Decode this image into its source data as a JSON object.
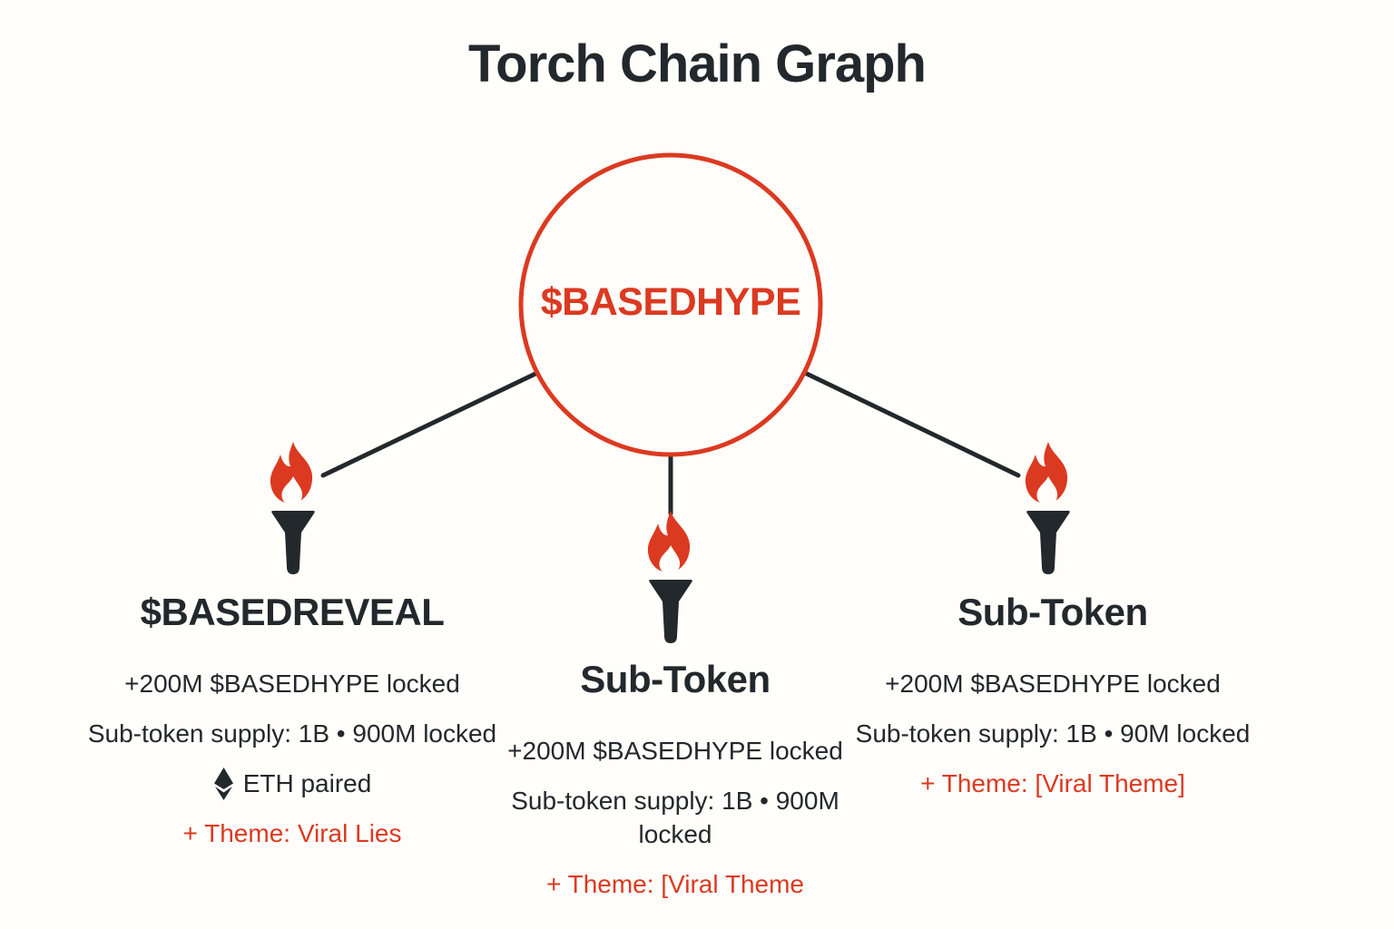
{
  "title": "Torch Chain Graph",
  "root": {
    "label": "$BASEDHYPE"
  },
  "nodes": [
    {
      "title": "$BASEDREVEAL",
      "locked_line": "+200M $BASEDHYPE locked",
      "supply_line": "Sub-token supply: 1B • 900M locked",
      "eth_line": "ETH paired",
      "theme_line": "+ Theme: Viral Lies"
    },
    {
      "title": "Sub-Token",
      "locked_line": "+200M $BASEDHYPE locked",
      "supply_line": "Sub-token supply: 1B • 900M locked",
      "theme_line": "+ Theme: [Viral Theme"
    },
    {
      "title": "Sub-Token",
      "locked_line": "+200M $BASEDHYPE locked",
      "supply_line": "Sub-token supply: 1B • 90M locked",
      "theme_line": "+ Theme: [Viral Theme]"
    }
  ],
  "icons": {
    "torch": "torch-icon",
    "eth": "ethereum-icon"
  },
  "colors": {
    "accent_red": "#DB3A21",
    "ink": "#23282C",
    "background": "#FFFEFA"
  }
}
